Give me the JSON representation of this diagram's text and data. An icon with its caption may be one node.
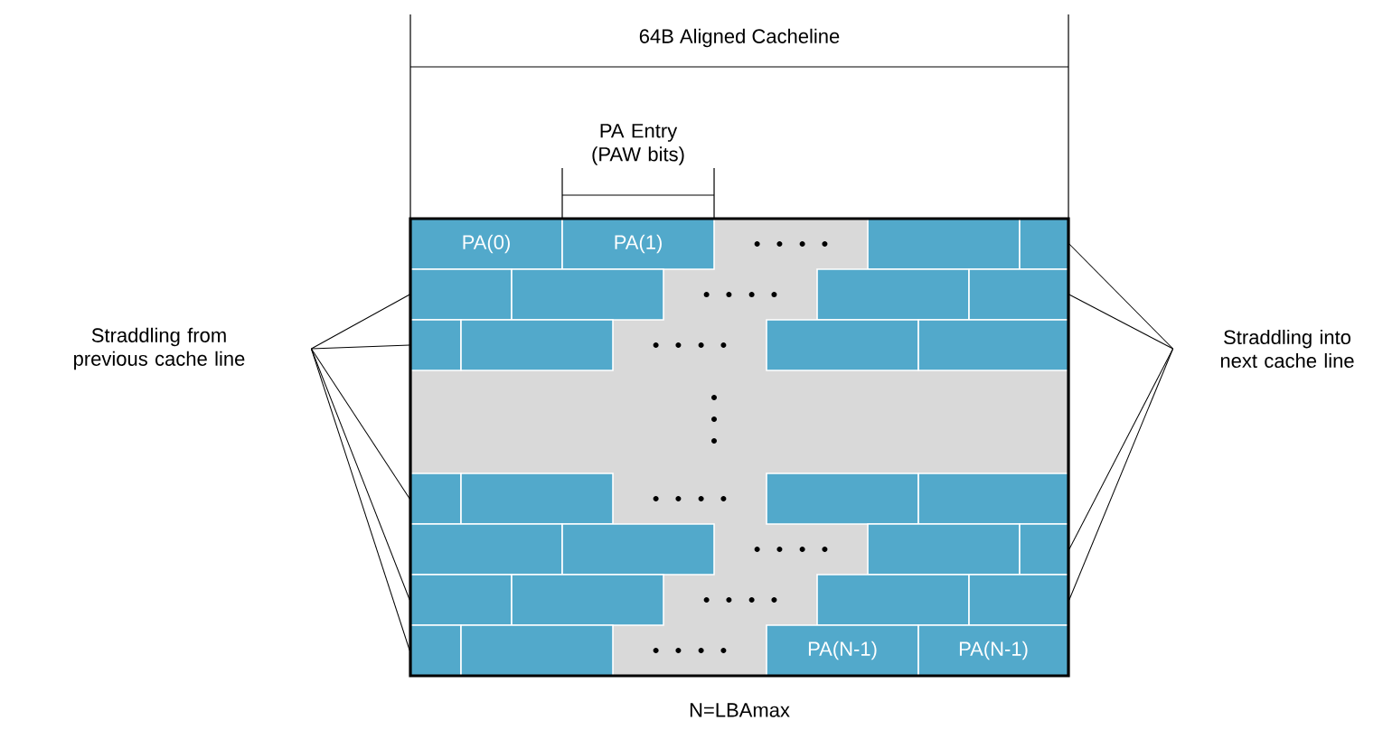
{
  "diagram": {
    "nodes": [
      {
        "text": [
          "PA(0)"
        ]
      },
      {
        "text": [
          "PA(1)"
        ]
      },
      {
        "text": [],
        "shape": "box"
      },
      {
        "text": [],
        "shape": "box"
      },
      {
        "text": [],
        "shape": "box"
      },
      {
        "text": [],
        "shape": "box"
      },
      {
        "text": [],
        "shape": "box"
      },
      {
        "text": [],
        "shape": "box"
      },
      {
        "text": [],
        "shape": "box"
      },
      {
        "text": [],
        "shape": "box"
      },
      {
        "text": [],
        "shape": "box"
      },
      {
        "text": [],
        "shape": "box"
      },
      {
        "text": [],
        "shape": "box"
      },
      {
        "text": [],
        "shape": "box"
      },
      {
        "text": [],
        "shape": "box"
      },
      {
        "text": [],
        "shape": "box"
      },
      {
        "text": [],
        "shape": "box"
      },
      {
        "text": [],
        "shape": "box"
      },
      {
        "text": [],
        "shape": "box"
      },
      {
        "text": [],
        "shape": "box"
      },
      {
        "text": [],
        "shape": "box"
      },
      {
        "text": [],
        "shape": "box"
      },
      {
        "text": [],
        "shape": "box"
      },
      {
        "text": [],
        "shape": "box"
      },
      {
        "text": [],
        "shape": "box"
      },
      {
        "text": [],
        "shape": "box"
      },
      {
        "text": [
          "PA(N-1)"
        ]
      },
      {
        "text": [
          "PA(N-1)"
        ]
      },
      {
        "text": [
          "Straddling from previous cache line"
        ]
      },
      {
        "text": [
          "Straddling into next cache line"
        ]
      }
    ],
    "edges": [
      {
        "from": 28,
        "to": 4,
        "arrow": "none"
      },
      {
        "from": 28,
        "to": 8,
        "arrow": "none"
      },
      {
        "from": 28,
        "to": 12,
        "arrow": "none"
      },
      {
        "from": 28,
        "to": 20,
        "arrow": "none"
      },
      {
        "from": 28,
        "to": 24,
        "arrow": "none"
      },
      {
        "from": 29,
        "to": 3,
        "arrow": "none"
      },
      {
        "from": 29,
        "to": 7,
        "arrow": "none"
      },
      {
        "from": 29,
        "to": 19,
        "arrow": "none"
      },
      {
        "from": 29,
        "to": 23,
        "arrow": "none"
      }
    ],
    "labels": [
      "64B Aligned Cacheline",
      "PA Entry (PAW bits)",
      "N=LBAmax"
    ]
  }
}
